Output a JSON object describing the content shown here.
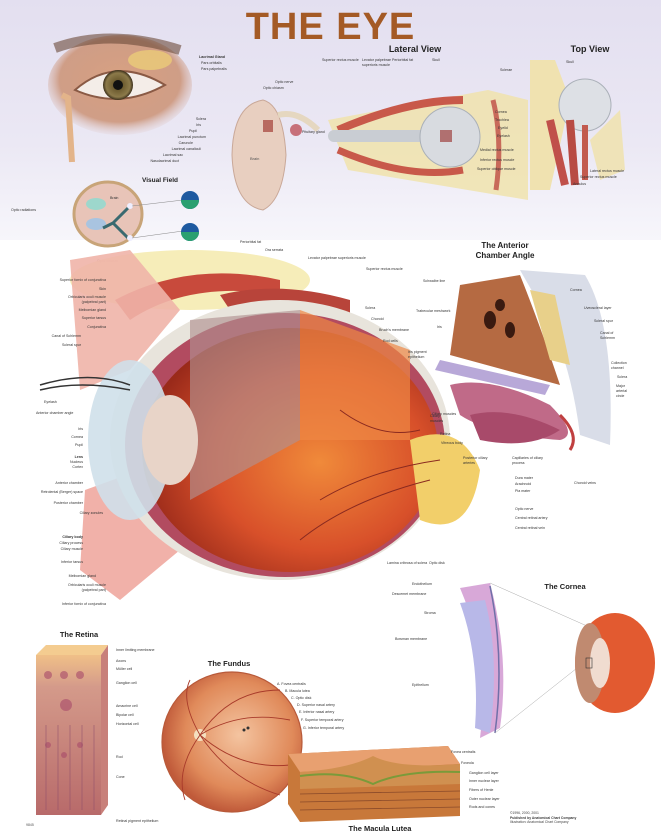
{
  "poster": {
    "title": "THE EYE",
    "colors": {
      "title": "#a45a25",
      "background_top": "#e3dff0",
      "background": "#ffffff"
    }
  },
  "panels": {
    "external_eye": {
      "labels_right": [
        "Lacrimal Gland",
        "Pars orbitalis",
        "Pars palpebralis"
      ],
      "labels_lower": [
        "Sclera",
        "Iris",
        "Pupil",
        "Lacrimal punctum",
        "Caruncle",
        "Lacrimal canaliculi",
        "Lacrimal sac",
        "Nasolacrimal duct"
      ]
    },
    "lateral_view": {
      "heading": "Lateral View",
      "labels_top": [
        "Superior rectus muscle",
        "Levator palpebrae superioris muscle",
        "Periorbital fat",
        "Skull"
      ],
      "labels_left": [
        "Optic nerve",
        "Optic chiasm",
        "Pituitary gland"
      ],
      "labels_right": [
        "Cornea",
        "Trochlea",
        "Eyelid",
        "Eyelash",
        "Medial rectus muscle",
        "Inferior rectus muscle",
        "Superior oblique muscle"
      ],
      "brain_label": "Brain"
    },
    "top_view": {
      "heading": "Top View",
      "labels": [
        "Skull",
        "Sclerae",
        "Lateral rectus muscle",
        "Superior rectus muscle",
        "Annulus"
      ]
    },
    "visual_field": {
      "heading": "Visual Field",
      "labels": [
        "Optic radiations",
        "Brain",
        "Optic chiasm"
      ]
    },
    "main_cross_section": {
      "labels_left": [
        "Superior fornix of conjunctiva",
        "Skin",
        "Orbicularis oculi muscle (palpebral part)",
        "Meibomian gland",
        "Superior tarsus",
        "Conjunctiva",
        "Canal of Schlemm",
        "Scleral spur",
        "Eyelash",
        "Anterior chamber angle",
        "Iris",
        "Cornea",
        "Pupil",
        "Lens",
        "Nucleus",
        "Cortex",
        "Anterior chamber",
        "Retrolental (Berger) space",
        "Posterior chamber",
        "Ciliary zonules",
        "Ciliary body",
        "Ciliary process",
        "Ciliary muscle",
        "Inferior tarsus",
        "Meibomian gland",
        "Orbicularis oculi muscle (palpebral part)",
        "Inferior fornix of conjunctiva"
      ],
      "labels_top": [
        "Periorbital fat",
        "Ora serrata",
        "Levator palpebrae superioris muscle",
        "Superior rectus muscle"
      ],
      "labels_right": [
        "Sclera",
        "Choroid",
        "Bruch's membrane",
        "Rod cells",
        "Iris pigment epithelium",
        "Ciliary muscles",
        "Retina",
        "Vitreous body",
        "Posterior ciliary arteries",
        "Dura mater",
        "Arachnoid",
        "Pia mater",
        "Optic nerve",
        "Central retinal artery",
        "Central retinal vein"
      ],
      "labels_bottom": [
        "Lamina cribrosa of sclera",
        "Optic disk"
      ]
    },
    "anterior_chamber_angle": {
      "heading_line1": "The Anterior",
      "heading_line2": "Chamber Angle",
      "labels_left": [
        "Schwalbe line",
        "Trabecular meshwork",
        "Iris",
        "Ciliary muscles"
      ],
      "labels_right": [
        "Cornea",
        "Uveoscleral layer",
        "Scleral spur",
        "Canal of Schlemm",
        "Collection channel",
        "Sclera",
        "Major arterial circle",
        "Choroid veins"
      ],
      "labels_bottom": [
        "Capillaries of ciliary process"
      ]
    },
    "cornea": {
      "heading": "The Cornea",
      "labels": [
        "Endothelium",
        "Descemet membrane",
        "Stroma",
        "Bowman membrane",
        "Epithelium"
      ]
    },
    "retina": {
      "heading": "The Retina",
      "labels": [
        "Inner limiting membrane",
        "Axons",
        "Müller cell",
        "Ganglion cell",
        "Amacrine cell",
        "Bipolar cell",
        "Horizontal cell",
        "Rod",
        "Cone",
        "Retinal pigment epithelium"
      ]
    },
    "fundus": {
      "heading": "The Fundus",
      "labels": [
        "A. Fovea centralis",
        "B. Macula lutea",
        "C. Optic disk",
        "D. Superior nasal artery",
        "E. Inferior nasal artery",
        "F. Superior temporal artery",
        "G. Inferior temporal artery"
      ]
    },
    "macula_lutea": {
      "heading": "The Macula Lutea",
      "labels": [
        "Fovea centralis",
        "Foveola",
        "Ganglion cell layer",
        "Inner nuclear layer",
        "Fibers of Henle",
        "Outer nuclear layer",
        "Rods and cones"
      ]
    }
  },
  "credits": {
    "line1": "©1996, 2000, 2001",
    "line2": "Published by Anatomical Chart Company",
    "line3": "Illustration: Anatomical Chart Company",
    "catalog": "9845"
  }
}
